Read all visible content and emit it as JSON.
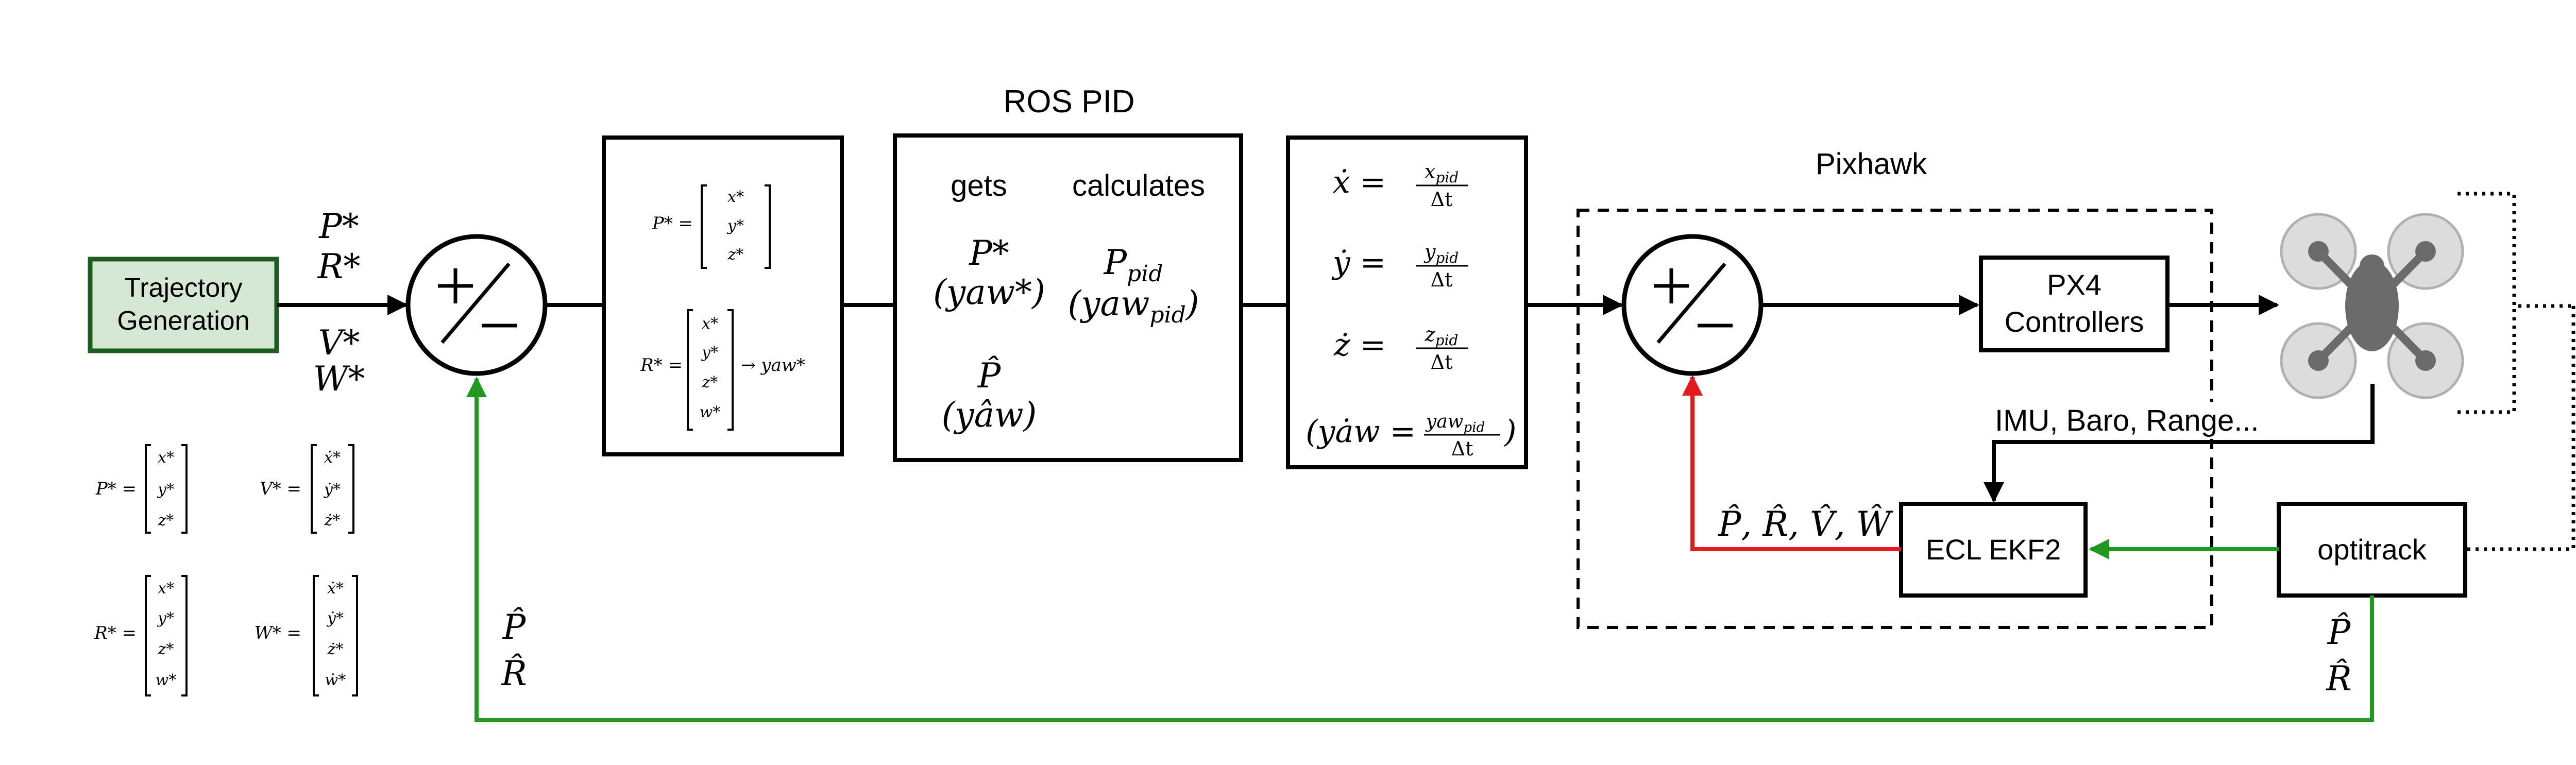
{
  "colors": {
    "stroke": "#000000",
    "traj_fill": "#d5e8d4",
    "traj_stroke": "#1f5c1f",
    "feedback_green": "#1f9a1f",
    "feedback_red": "#e41a1a",
    "drone_gray": "#6b6b6b",
    "rotor_gray": "#cfcfcf"
  },
  "blocks": {
    "trajectory": {
      "line1": "Trajectory",
      "line2": "Generation"
    },
    "ros_pid": {
      "title": "ROS PID",
      "col1_header": "gets",
      "col2_header": "calculates",
      "gets_items": [
        "P*",
        "(yaw*)",
        "P̂",
        "(yâw)"
      ],
      "calc_items": [
        "P_pid",
        "(yaw_pid)"
      ]
    },
    "pixhawk": {
      "title": "Pixhawk"
    },
    "px4": {
      "line1": "PX4",
      "line2": "Controllers"
    },
    "ekf": {
      "label": "ECL EKF2"
    },
    "optitrack": {
      "label": "optitrack"
    },
    "imu_label": "IMU, Baro, Range..."
  },
  "signals": {
    "setpoint_labels": [
      "P*",
      "R*",
      "V*",
      "W*"
    ],
    "feedback_main": [
      "P̂",
      "R̂"
    ],
    "feedback_optitrack": [
      "P̂",
      "R̂"
    ],
    "ekf_out": "P̂, R̂, V̂, Ŵ",
    "summer_symbol": "+/−"
  },
  "equations": {
    "p_star": "P* = [x*, y*, z*]",
    "r_star": "R* = [x*, y*, z*, w*] → yaw*",
    "deriv": [
      "ẋ = x_pid / Δt",
      "ẏ = y_pid / Δt",
      "ż = z_pid / Δt",
      "(yȧw = yaw_pid / Δt)"
    ]
  },
  "legend": {
    "P": {
      "lhs": "P* =",
      "rows": [
        "x*",
        "y*",
        "z*"
      ]
    },
    "V": {
      "lhs": "V* =",
      "rows": [
        "ẋ*",
        "ẏ*",
        "ż*"
      ]
    },
    "R": {
      "lhs": "R* =",
      "rows": [
        "x*",
        "y*",
        "z*",
        "w*"
      ]
    },
    "W": {
      "lhs": "W* =",
      "rows": [
        "ẋ*",
        "ẏ*",
        "ż*",
        "ẇ*"
      ]
    }
  }
}
